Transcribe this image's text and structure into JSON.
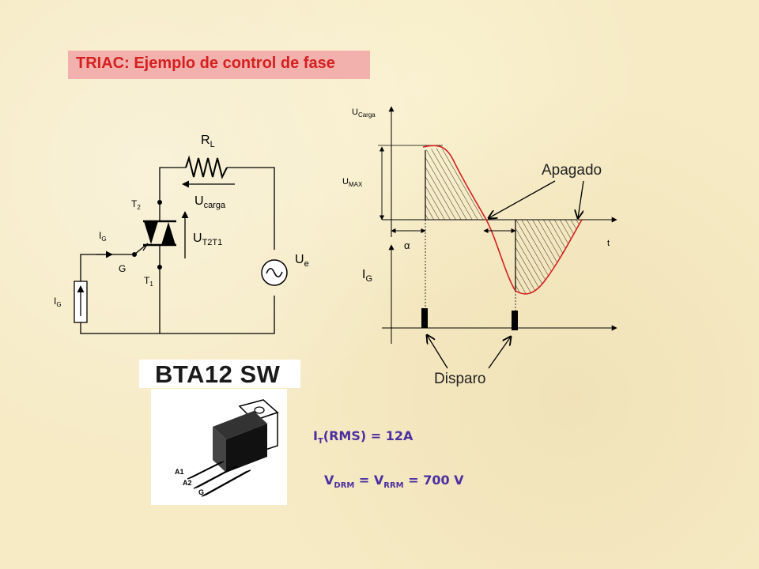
{
  "title": "TRIAC: Ejemplo de control de fase",
  "circuit": {
    "rl_label": "R",
    "rl_sub": "L",
    "ucarga_label": "U",
    "ucarga_sub": "carga",
    "ut2t1_label": "U",
    "ut2t1_sub": "T2T1",
    "ue_label": "U",
    "ue_sub": "e",
    "t2_label": "T",
    "t2_sub": "2",
    "t1_label": "T",
    "t1_sub": "1",
    "ig_top_label": "I",
    "ig_top_sub": "G",
    "g_label": "G",
    "ig_src_label": "I",
    "ig_src_sub": "G"
  },
  "waveform": {
    "ucarga_axis_label": "U",
    "ucarga_axis_sub": "Carga",
    "umax_label": "U",
    "umax_sub": "MAX",
    "alpha_label": "α",
    "t_label": "t",
    "ig_axis_label": "I",
    "ig_axis_sub": "G",
    "apagado_label": "Apagado",
    "disparo_label": "Disparo"
  },
  "part": {
    "name": "BTA12 SW",
    "pins": [
      "A1",
      "A2",
      "G"
    ]
  },
  "specs": {
    "it_symbol": "I",
    "it_sub": "T",
    "it_rest": "(RMS) = 12A",
    "v_symbol1": "V",
    "v_sub1": "DRM",
    "v_mid": " =  V",
    "v_sub2": "RRM",
    "v_rest": " = 700 V"
  },
  "colors": {
    "title": "#d42020",
    "title_bg": "#f2b1ad",
    "specs": "#4b2fa0",
    "wave": "#d42020"
  }
}
